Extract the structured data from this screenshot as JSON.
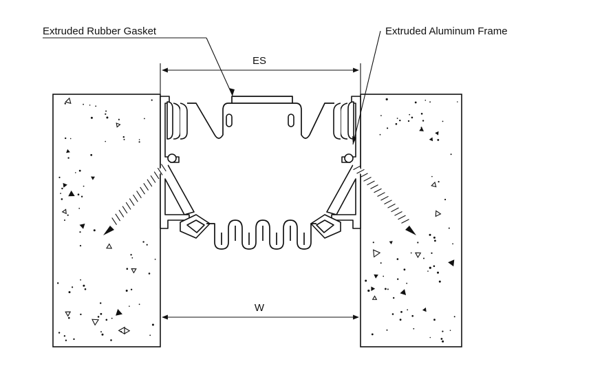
{
  "labels": {
    "rubber_gasket": "Extruded Rubber Gasket",
    "aluminum_frame": "Extruded Aluminum Frame",
    "es": "ES",
    "w": "W"
  }
}
